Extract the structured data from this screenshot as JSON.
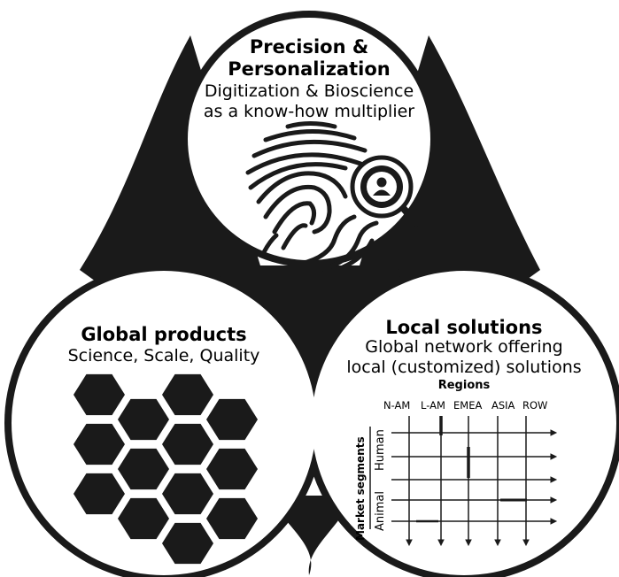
{
  "top": {
    "title_line1": "Precision &",
    "title_line2": "Personalization",
    "sub_line1": "Digitization & Bioscience",
    "sub_line2": "as a know-how multiplier",
    "icons": [
      "fingerprint-icon",
      "magnifier-user-icon"
    ]
  },
  "left": {
    "title": "Global products",
    "subtitle": "Science, Scale, Quality",
    "icons": [
      "hexagon-cluster-icon"
    ]
  },
  "right": {
    "title": "Local solutions",
    "sub_line1": "Global network offering",
    "sub_line2": "local (customized) solutions",
    "grid": {
      "header": "Regions",
      "columns": [
        "N-AM",
        "L-AM",
        "EMEA",
        "ASIA",
        "ROW"
      ],
      "axis_label": "Market segments",
      "segments": [
        "Human",
        "Animal"
      ]
    }
  },
  "colors": {
    "fill": "#1a1a1a",
    "background": "#ffffff"
  }
}
